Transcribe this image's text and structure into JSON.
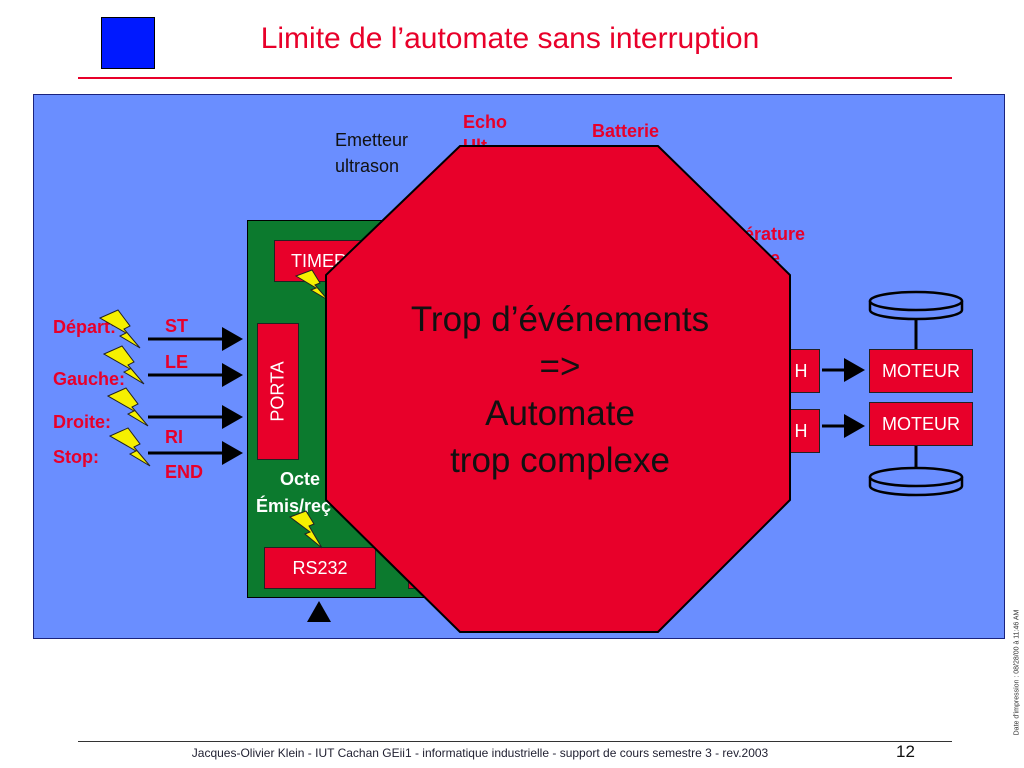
{
  "header": {
    "title": "Limite de l’automate sans interruption"
  },
  "diagram": {
    "emetteur_label": [
      "Emetteur",
      "ultrason"
    ],
    "echo_label": "Echo",
    "echo_partial": "Ult",
    "batterie_label": "Batterie",
    "temperature_label": "pérature",
    "temperature_partial": "e",
    "timer_label": "TIMER",
    "porta_label": "PORTA",
    "rs232_label": "RS232",
    "octet_label": [
      "Octe",
      "Émis/reç"
    ],
    "bridge_label": "H",
    "moteur_labels": [
      "MOTEUR",
      "MOTEUR"
    ],
    "inputs": [
      {
        "event": "Départ:",
        "signal": "ST"
      },
      {
        "event": "Gauche:",
        "signal": "LE"
      },
      {
        "event": "Droite:",
        "signal": "RI"
      },
      {
        "event": "Stop:",
        "signal": "END"
      }
    ],
    "stop_sign": [
      "Trop d’événements",
      "=>",
      "Automate",
      "trop complexe"
    ]
  },
  "footer": {
    "text": "Jacques-Olivier Klein - IUT Cachan GEii1 - informatique industrielle - support de cours semestre 3 - rev.2003",
    "page_number": "12",
    "print_date": "Date d'impression : 08/28/00 à 11:46 AM"
  },
  "colors": {
    "accent": "#e8002a",
    "panel": "#6a8eff",
    "mcu": "#0c7a2e",
    "logo": "#0019ff"
  }
}
